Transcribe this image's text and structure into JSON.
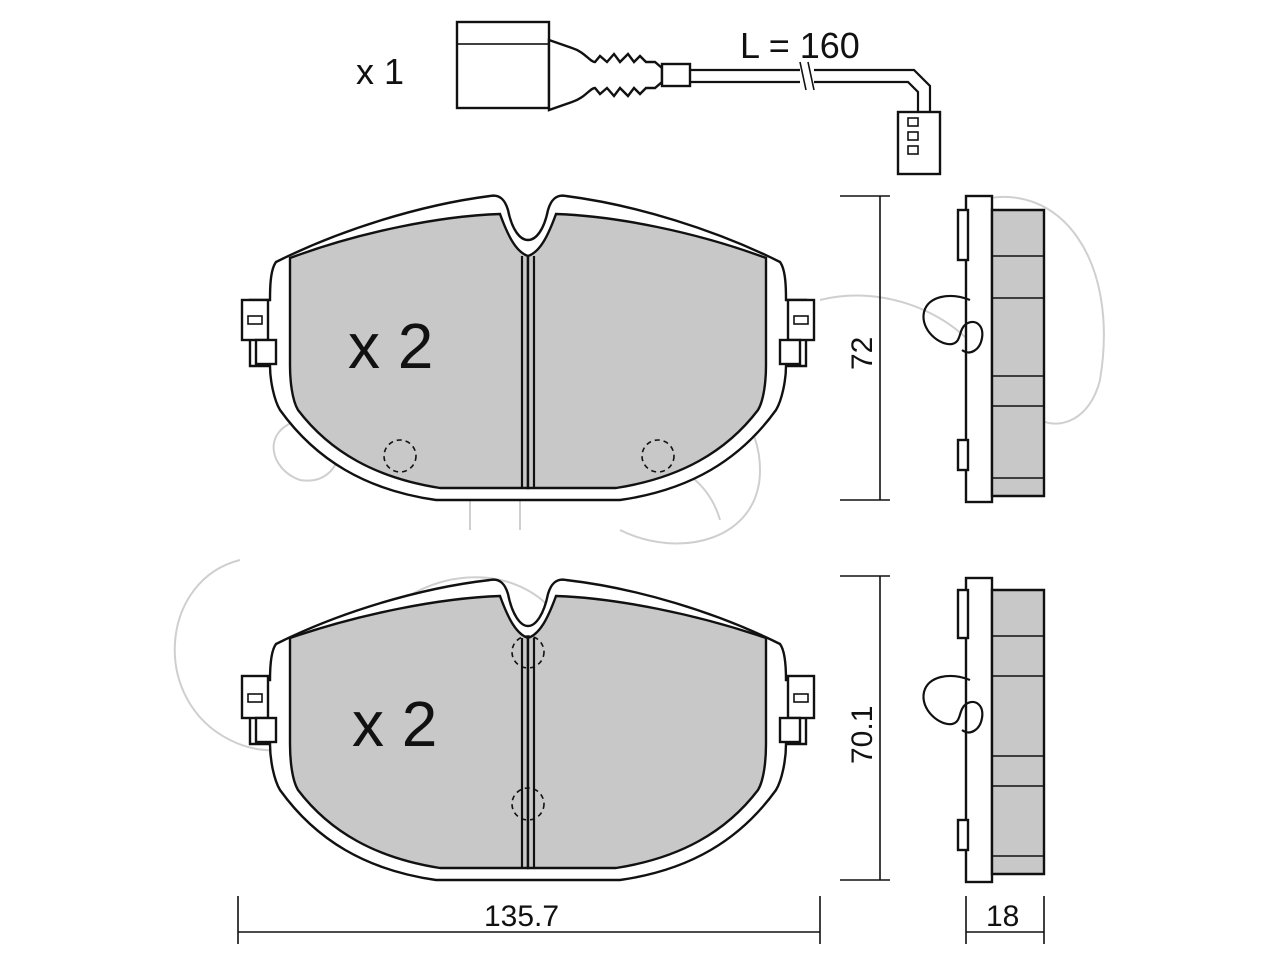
{
  "sensor": {
    "quantity": "x 1",
    "cable_length": "L = 160"
  },
  "pad_top": {
    "quantity": "x 2",
    "height": "72"
  },
  "pad_bottom": {
    "quantity": "x 2",
    "height": "70.1"
  },
  "dimensions": {
    "width": "135.7",
    "thickness": "18"
  },
  "colors": {
    "friction_material": "#c8c8c8",
    "outline": "#111111",
    "watermark": "#cfcfcf"
  }
}
